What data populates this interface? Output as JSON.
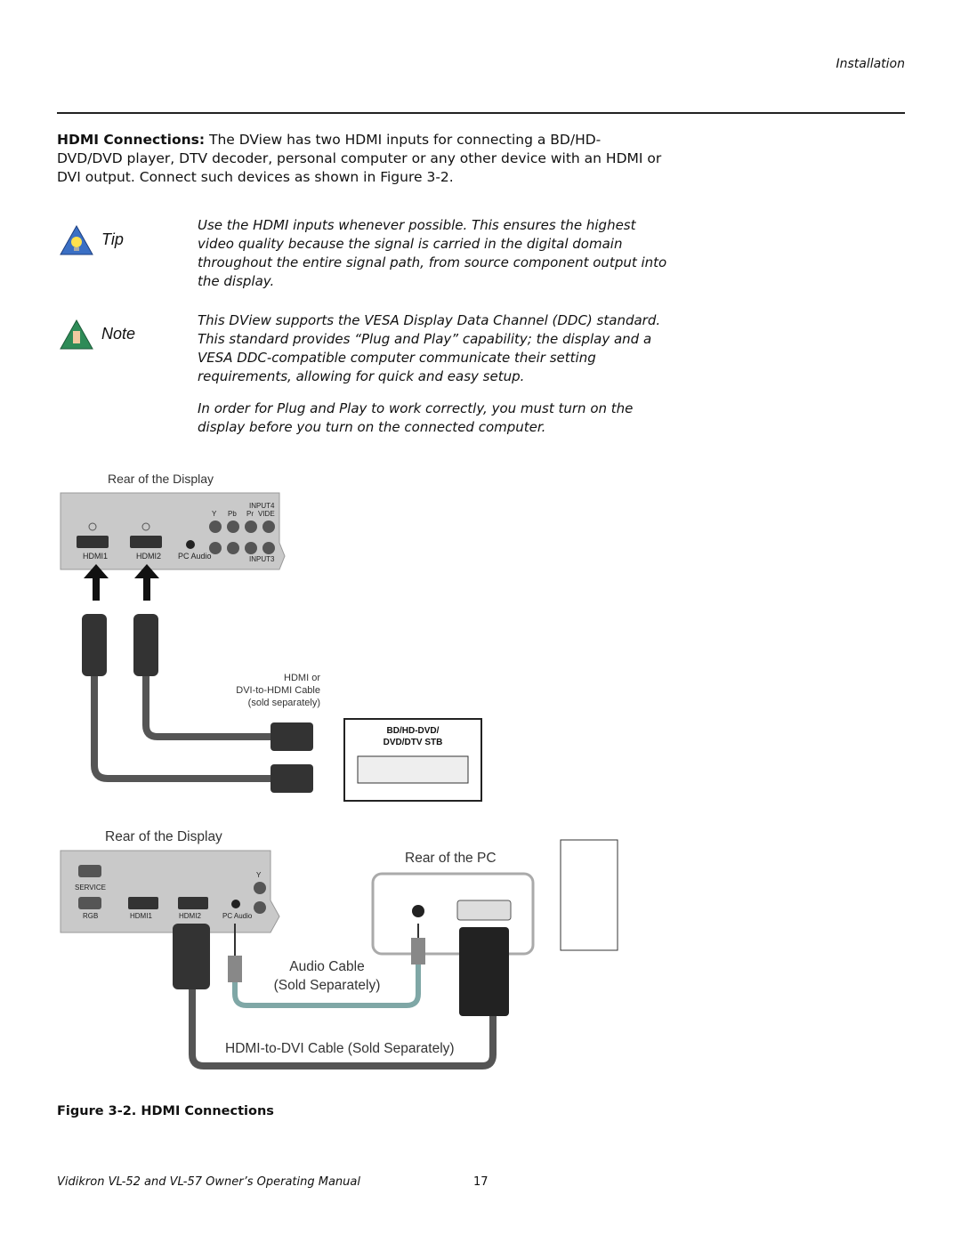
{
  "header": {
    "section": "Installation"
  },
  "body": {
    "lead_bold": "HDMI Connections:",
    "lead_text": " The DView has two HDMI inputs for connecting a BD/HD-DVD/DVD player, DTV decoder, personal computer or any other device with an HDMI or DVI output. Connect such devices as shown in Figure 3-2."
  },
  "tip": {
    "label": "Tip",
    "text": "Use the HDMI inputs whenever possible. This ensures the highest video quality because the signal is carried in the digital domain throughout the entire signal path, from source component output into the display."
  },
  "note": {
    "label": "Note",
    "text1": "This DView supports the VESA Display Data Channel (DDC) standard. This standard provides “Plug and Play” capability; the display and a VESA DDC-compatible computer communicate their setting requirements, allowing for quick and easy setup.",
    "text2": "In order for Plug and Play to work correctly, you must turn on the display before you turn on the connected computer."
  },
  "diagram1": {
    "title": "Rear of the Display",
    "ports": {
      "hdmi1": "HDMI1",
      "hdmi2": "HDMI2",
      "pc_audio": "PC Audio",
      "input4": "INPUT4",
      "input3": "INPUT3",
      "y": "Y",
      "pb": "Pb",
      "pr": "Pr",
      "video": "VIDE"
    },
    "cable_label_1": "HDMI or",
    "cable_label_2": "DVI-to-HDMI Cable",
    "cable_label_3": "(sold separately)",
    "device_line1": "BD/HD-DVD/",
    "device_line2": "DVD/DTV STB"
  },
  "diagram2": {
    "title": "Rear of the Display",
    "pc_title": "Rear of the PC",
    "ports": {
      "service": "SERVICE",
      "rgb": "RGB",
      "hdmi1": "HDMI1",
      "hdmi2": "HDMI2",
      "pc_audio": "PC Audio",
      "y": "Y"
    },
    "audio_label_1": "Audio Cable",
    "audio_label_2": "(Sold Separately)",
    "dvi_label": "HDMI-to-DVI Cable (Sold Separately)"
  },
  "caption": {
    "prefix": "Figure 3-2.",
    "title": "HDMI Connections"
  },
  "footer": {
    "manual": "Vidikron VL-52 and VL-57 Owner’s Operating Manual",
    "page": "17"
  },
  "colors": {
    "tip_icon": "#3a6fc4",
    "note_icon": "#2e8b57",
    "panel": "#c8c8c8",
    "cable": "#555555",
    "audio_cable": "#7fa7a6"
  }
}
